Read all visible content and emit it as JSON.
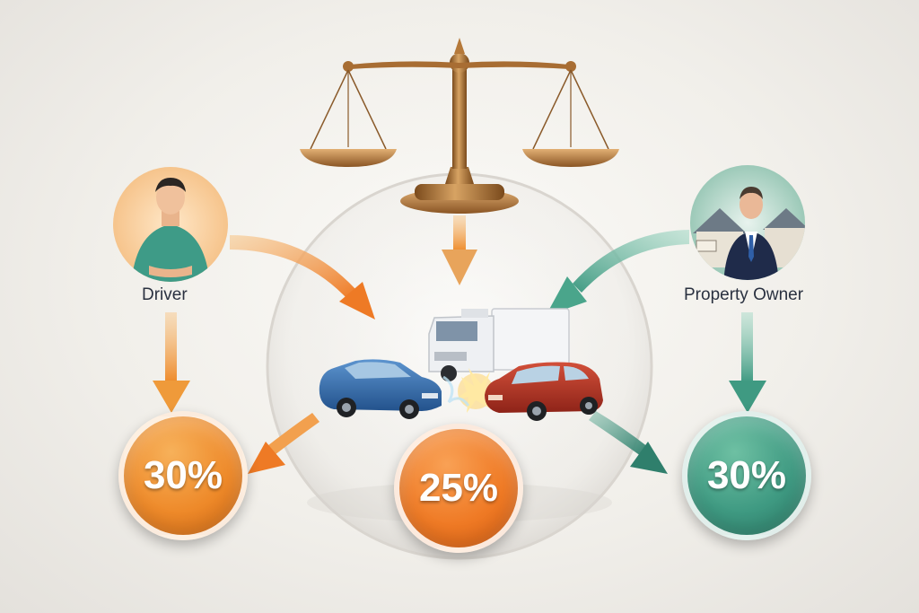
{
  "participants": {
    "driver": {
      "label": "Driver"
    },
    "owner": {
      "label": "Property Owner"
    }
  },
  "shares": {
    "left": "30%",
    "center": "25%",
    "right": "30%"
  },
  "colors": {
    "orange": "#ee8a2a",
    "teal": "#3f9a82",
    "bronze": "#b5793a"
  }
}
